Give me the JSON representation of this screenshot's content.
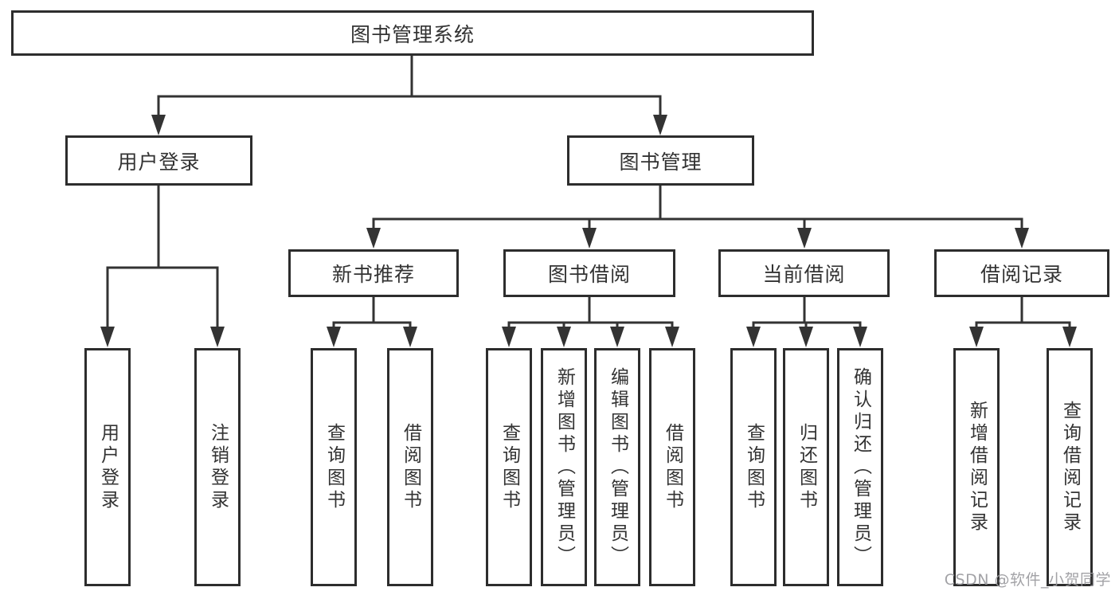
{
  "tree": {
    "root": {
      "label": "图书管理系统"
    },
    "level2": [
      {
        "label": "用户登录",
        "children": [
          {
            "label": "用户登录"
          },
          {
            "label": "注销登录"
          }
        ]
      },
      {
        "label": "图书管理"
      }
    ],
    "level3": [
      {
        "label": "新书推荐",
        "children": [
          {
            "label": "查询图书"
          },
          {
            "label": "借阅图书"
          }
        ]
      },
      {
        "label": "图书借阅",
        "children": [
          {
            "label": "查询图书"
          },
          {
            "label": "新增图书（管理员）"
          },
          {
            "label": "编辑图书（管理员）"
          },
          {
            "label": "借阅图书"
          }
        ]
      },
      {
        "label": "当前借阅",
        "children": [
          {
            "label": "查询图书"
          },
          {
            "label": "归还图书"
          },
          {
            "label": "确认归还（管理员）"
          }
        ]
      },
      {
        "label": "借阅记录",
        "children": [
          {
            "label": "新增借阅记录"
          },
          {
            "label": "查询借阅记录"
          }
        ]
      }
    ]
  },
  "watermark": {
    "text": "CSDN @软件_小贺同学"
  },
  "colors": {
    "line": "#333333",
    "box_border": "#2d2d2d",
    "text": "#333333",
    "watermark": "#9b9b9f",
    "background": "#ffffff"
  }
}
